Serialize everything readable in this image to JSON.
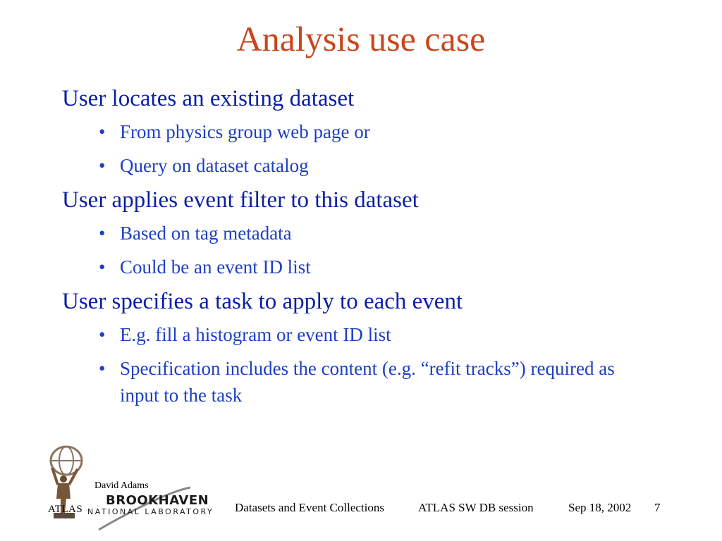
{
  "slide": {
    "title": "Analysis use case",
    "bullet_glyph": "•",
    "points": [
      {
        "text": "User locates an existing dataset",
        "subs": [
          "From physics group web page or",
          "Query on dataset catalog"
        ]
      },
      {
        "text": "User applies event filter to this dataset",
        "subs": [
          "Based on tag metadata",
          "Could be an event ID list"
        ]
      },
      {
        "text": "User specifies a task to apply to each event",
        "subs": [
          "E.g. fill a histogram or event ID list",
          "Specification includes the content (e.g. “refit tracks”) required as input to the task"
        ]
      }
    ]
  },
  "footer": {
    "author": "David Adams",
    "atlas": "ATLAS",
    "bnl_top": "BROOKHAVEN",
    "bnl_bottom": "NATIONAL LABORATORY",
    "talk_title": "Datasets and Event Collections",
    "session": "ATLAS SW DB session",
    "date": "Sep 18, 2002",
    "page": "7"
  },
  "colors": {
    "title": "#c8461e",
    "level1": "#0a1fa6",
    "level2": "#1d3fc4"
  }
}
